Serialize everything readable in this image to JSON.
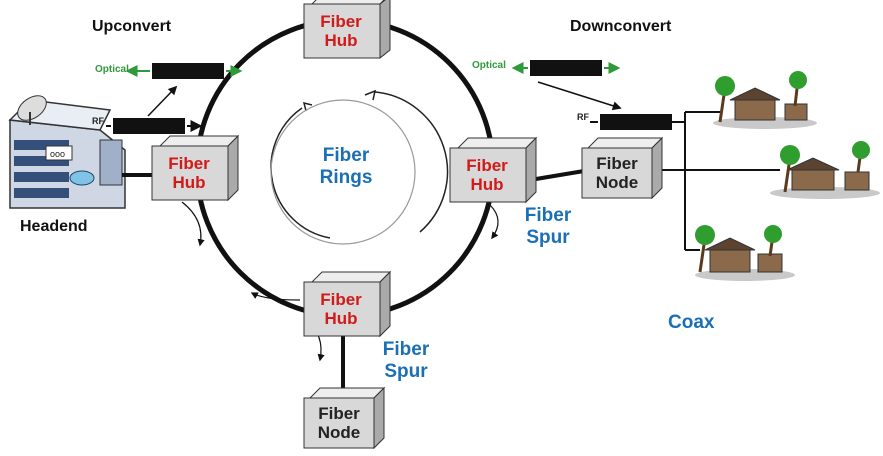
{
  "labels": {
    "upconvert": "Upconvert",
    "downconvert": "Downconvert",
    "headend": "Headend",
    "fiber_rings_line1": "Fiber",
    "fiber_rings_line2": "Rings",
    "fiber_spur_right_line1": "Fiber",
    "fiber_spur_right_line2": "Spur",
    "fiber_spur_bottom_line1": "Fiber",
    "fiber_spur_bottom_line2": "Spur",
    "coax": "Coax",
    "optical_left": "Optical",
    "rf_left": "RF",
    "optical_right": "Optical",
    "rf_right": "RF"
  },
  "hubs": {
    "top": {
      "line1": "Fiber",
      "line2": "Hub"
    },
    "left": {
      "line1": "Fiber",
      "line2": "Hub"
    },
    "right": {
      "line1": "Fiber",
      "line2": "Hub"
    },
    "bottom": {
      "line1": "Fiber",
      "line2": "Hub"
    }
  },
  "nodes": {
    "right": {
      "line1": "Fiber",
      "line2": "Node"
    },
    "bottom": {
      "line1": "Fiber",
      "line2": "Node"
    }
  },
  "colors": {
    "hub_text": "#d11a1a",
    "label_blue": "#1a6fb5",
    "optical_green": "#2e9a3a",
    "box_fill": "#d8d8d8"
  }
}
